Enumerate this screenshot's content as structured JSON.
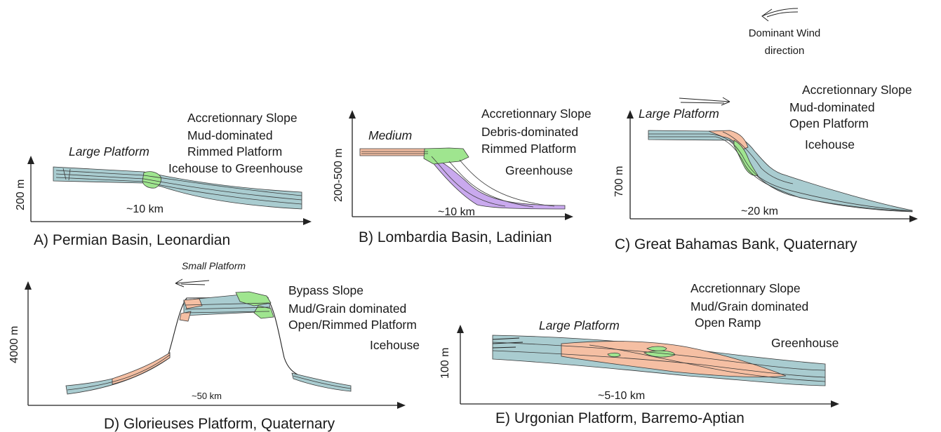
{
  "colors": {
    "teal": "#a9ccd0",
    "salmon": "#f5bfa3",
    "green": "#9fe58f",
    "purple": "#c9a9ee"
  },
  "icons": {
    "wind": "hollow-arrow-left-icon",
    "axis": "arrow-icon"
  },
  "wind_legend": {
    "line1": "Dominant Wind",
    "line2": "direction"
  },
  "panels": {
    "a": {
      "caption": "A) Permian Basin, Leonardian",
      "platform": "Large Platform",
      "y_axis": "200 m",
      "scale": "~10 km",
      "desc": [
        "Accretionnary Slope",
        "Mud-dominated",
        "Rimmed Platform",
        "Icehouse to Greenhouse"
      ]
    },
    "b": {
      "caption": "B) Lombardia Basin, Ladinian",
      "platform": "Medium",
      "y_axis": "200-500 m",
      "scale": "~10 km",
      "desc": [
        "Accretionnary Slope",
        "Debris-dominated",
        "Rimmed Platform",
        "Greenhouse"
      ]
    },
    "c": {
      "caption": "C) Great Bahamas Bank, Quaternary",
      "platform": "Large Platform",
      "y_axis": "700 m",
      "scale": "~20 km",
      "desc": [
        "Accretionnary Slope",
        "Mud-dominated",
        "Open Platform",
        "Icehouse"
      ]
    },
    "d": {
      "caption": "D) Glorieuses Platform, Quaternary",
      "platform": "Small Platform",
      "y_axis": "4000 m",
      "scale": "~50 km",
      "desc": [
        "Bypass Slope",
        "Mud/Grain dominated",
        "Open/Rimmed Platform",
        "Icehouse"
      ]
    },
    "e": {
      "caption": "E) Urgonian Platform, Barremo-Aptian",
      "platform": "Large Platform",
      "y_axis": "100 m",
      "scale": "~5-10 km",
      "desc": [
        "Accretionnary Slope",
        "Mud/Grain dominated",
        "Open Ramp",
        "Greenhouse"
      ]
    }
  }
}
